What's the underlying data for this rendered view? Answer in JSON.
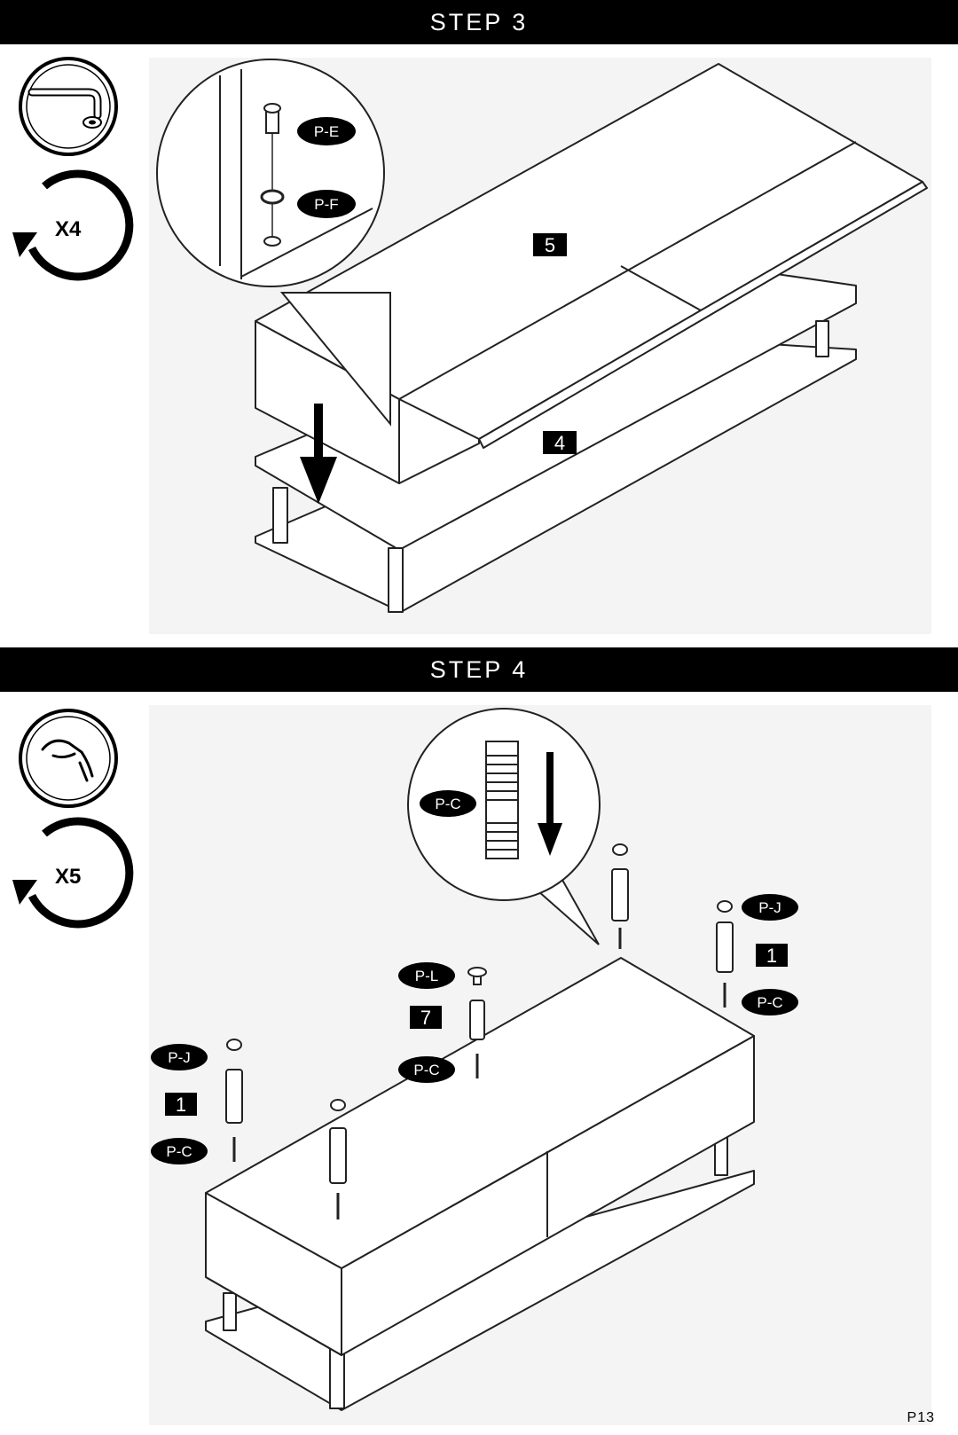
{
  "page": {
    "number": "P13"
  },
  "step3": {
    "title": "STEP 3",
    "count": "X4",
    "tool_icon": "allen-key-icon",
    "callout_parts": [
      "P-E",
      "P-F"
    ],
    "panel_labels": [
      "5",
      "4"
    ]
  },
  "step4": {
    "title": "STEP 4",
    "count": "X5",
    "tool_icon": "hand-tighten-icon",
    "callout_part": "P-C",
    "part_labels": [
      "P-J",
      "1",
      "P-C",
      "P-L",
      "7",
      "P-C",
      "P-J",
      "1",
      "P-C"
    ]
  },
  "colors": {
    "bar": "#000000",
    "panel_bg": "#f4f4f4",
    "line": "#222222"
  }
}
